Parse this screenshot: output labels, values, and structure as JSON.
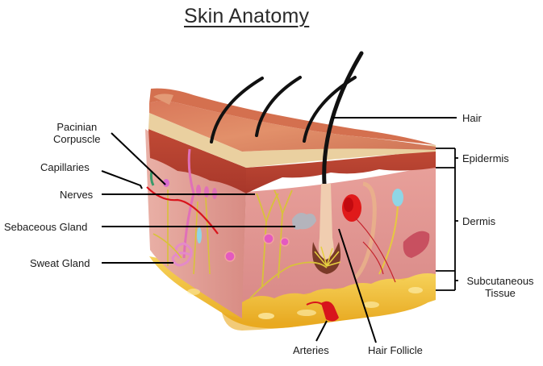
{
  "title": "Skin Anatomy",
  "labels": {
    "left": [
      {
        "id": "pacinian",
        "text_line1": "Pacinian",
        "text_line2": "Corpuscle"
      },
      {
        "id": "capillaries",
        "text": "Capillaries"
      },
      {
        "id": "nerves",
        "text": "Nerves"
      },
      {
        "id": "sebaceous",
        "text": "Sebaceous Gland"
      },
      {
        "id": "sweat",
        "text": "Sweat Gland"
      }
    ],
    "right": [
      {
        "id": "hair",
        "text": "Hair"
      },
      {
        "id": "epidermis",
        "text": "Epidermis"
      },
      {
        "id": "dermis",
        "text": "Dermis"
      },
      {
        "id": "subcutaneous",
        "text_line1": "Subcutaneous",
        "text_line2": "Tissue"
      }
    ],
    "bottom": [
      {
        "id": "arteries",
        "text": "Arteries"
      },
      {
        "id": "hair-follicle",
        "text": "Hair Follicle"
      }
    ]
  },
  "colors": {
    "epidermis_top": "#d9825e",
    "epidermis_edge": "#e8c9a0",
    "epidermis_red": "#b8422e",
    "dermis": "#e59a92",
    "dermis_dark": "#d07a70",
    "subcutaneous_fat": "#f2c33a",
    "hair": "#1a1a1a",
    "artery": "#d8141c",
    "nerve": "#d8c23a",
    "sweat_gland": "#e07ac0",
    "pacinian": "#8fd6e6",
    "leader_line": "#000000"
  }
}
